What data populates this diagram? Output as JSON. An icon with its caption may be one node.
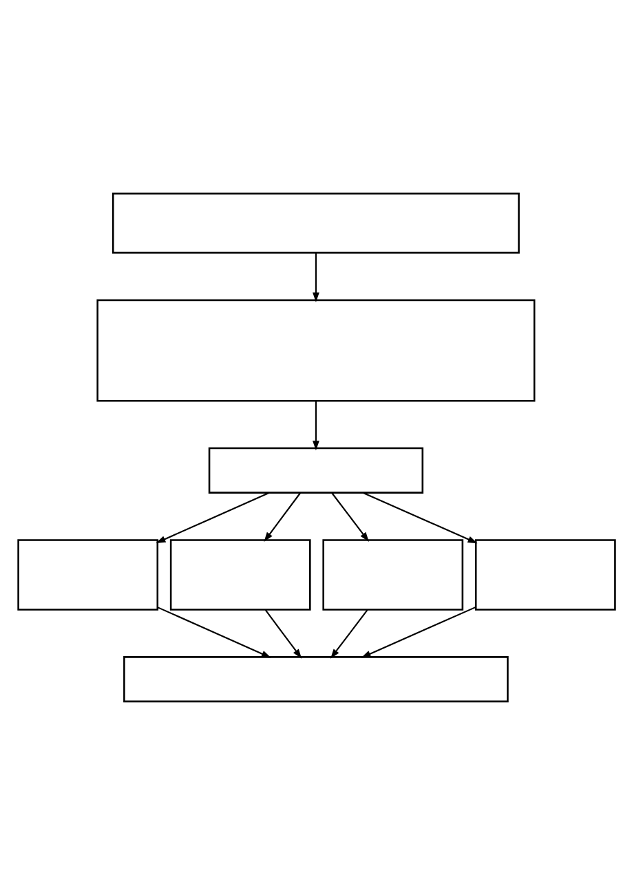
{
  "diagram": {
    "nodes": [
      {
        "text": [],
        "shape": "box"
      },
      {
        "text": [],
        "shape": "box"
      },
      {
        "text": [],
        "shape": "box"
      },
      {
        "text": [],
        "shape": "box"
      },
      {
        "text": [],
        "shape": "box"
      },
      {
        "text": [],
        "shape": "box"
      },
      {
        "text": [],
        "shape": "box"
      },
      {
        "text": [],
        "shape": "box"
      }
    ],
    "edges": [
      {
        "from": 0,
        "to": 1,
        "arrow": "to"
      },
      {
        "from": 1,
        "to": 2,
        "arrow": "to"
      },
      {
        "from": 2,
        "to": 3,
        "arrow": "to"
      },
      {
        "from": 2,
        "to": 4,
        "arrow": "to"
      },
      {
        "from": 2,
        "to": 5,
        "arrow": "to"
      },
      {
        "from": 2,
        "to": 6,
        "arrow": "to"
      },
      {
        "from": 3,
        "to": 7,
        "arrow": "to"
      },
      {
        "from": 4,
        "to": 7,
        "arrow": "to"
      },
      {
        "from": 5,
        "to": 7,
        "arrow": "to"
      },
      {
        "from": 6,
        "to": 7,
        "arrow": "to"
      }
    ]
  }
}
